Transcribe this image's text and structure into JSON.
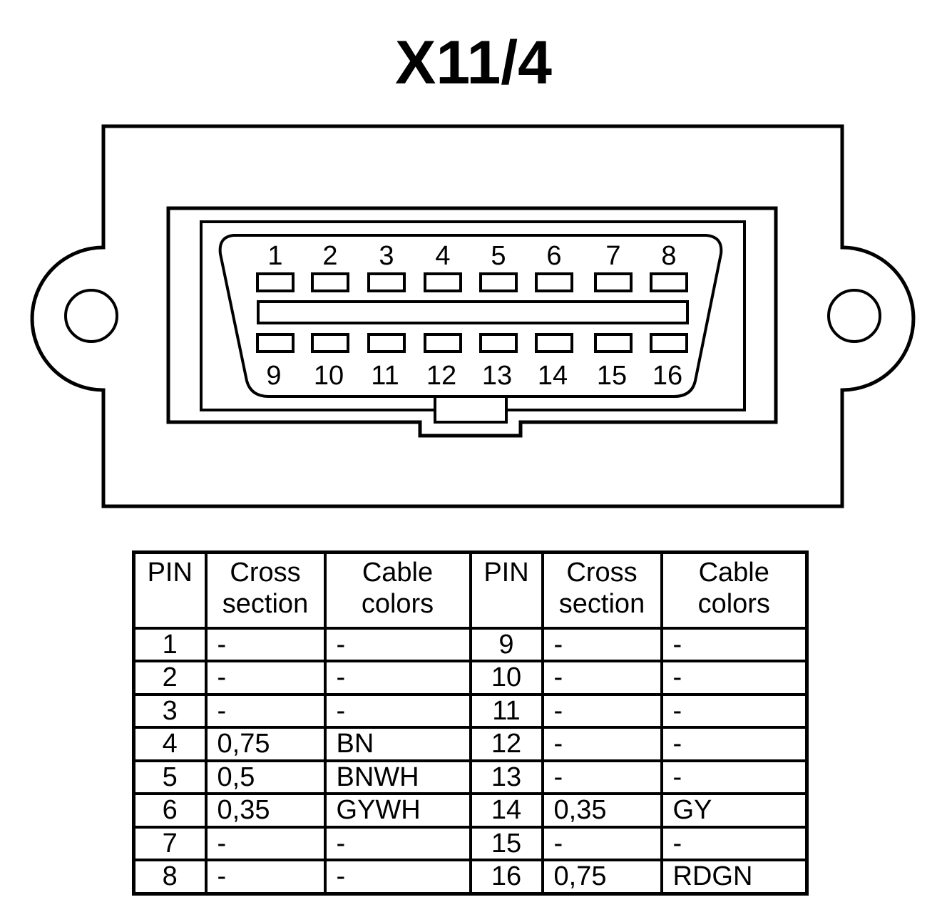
{
  "title": "X11/4",
  "connector": {
    "top_pins": [
      "1",
      "2",
      "3",
      "4",
      "5",
      "6",
      "7",
      "8"
    ],
    "bottom_pins": [
      "9",
      "10",
      "11",
      "12",
      "13",
      "14",
      "15",
      "16"
    ]
  },
  "table": {
    "headers": [
      [
        "PIN"
      ],
      [
        "Cross",
        "section"
      ],
      [
        "Cable",
        "colors"
      ],
      [
        "PIN"
      ],
      [
        "Cross",
        "section"
      ],
      [
        "Cable",
        "colors"
      ]
    ],
    "rows": [
      [
        "1",
        "-",
        "-",
        "9",
        "-",
        "-"
      ],
      [
        "2",
        "-",
        "-",
        "10",
        "-",
        "-"
      ],
      [
        "3",
        "-",
        "-",
        "11",
        "-",
        "-"
      ],
      [
        "4",
        "0,75",
        "BN",
        "12",
        "-",
        "-"
      ],
      [
        "5",
        "0,5",
        "BNWH",
        "13",
        "-",
        "-"
      ],
      [
        "6",
        "0,35",
        "GYWH",
        "14",
        "0,35",
        "GY"
      ],
      [
        "7",
        "-",
        "-",
        "15",
        "-",
        "-"
      ],
      [
        "8",
        "-",
        "-",
        "16",
        "0,75",
        "RDGN"
      ]
    ]
  }
}
